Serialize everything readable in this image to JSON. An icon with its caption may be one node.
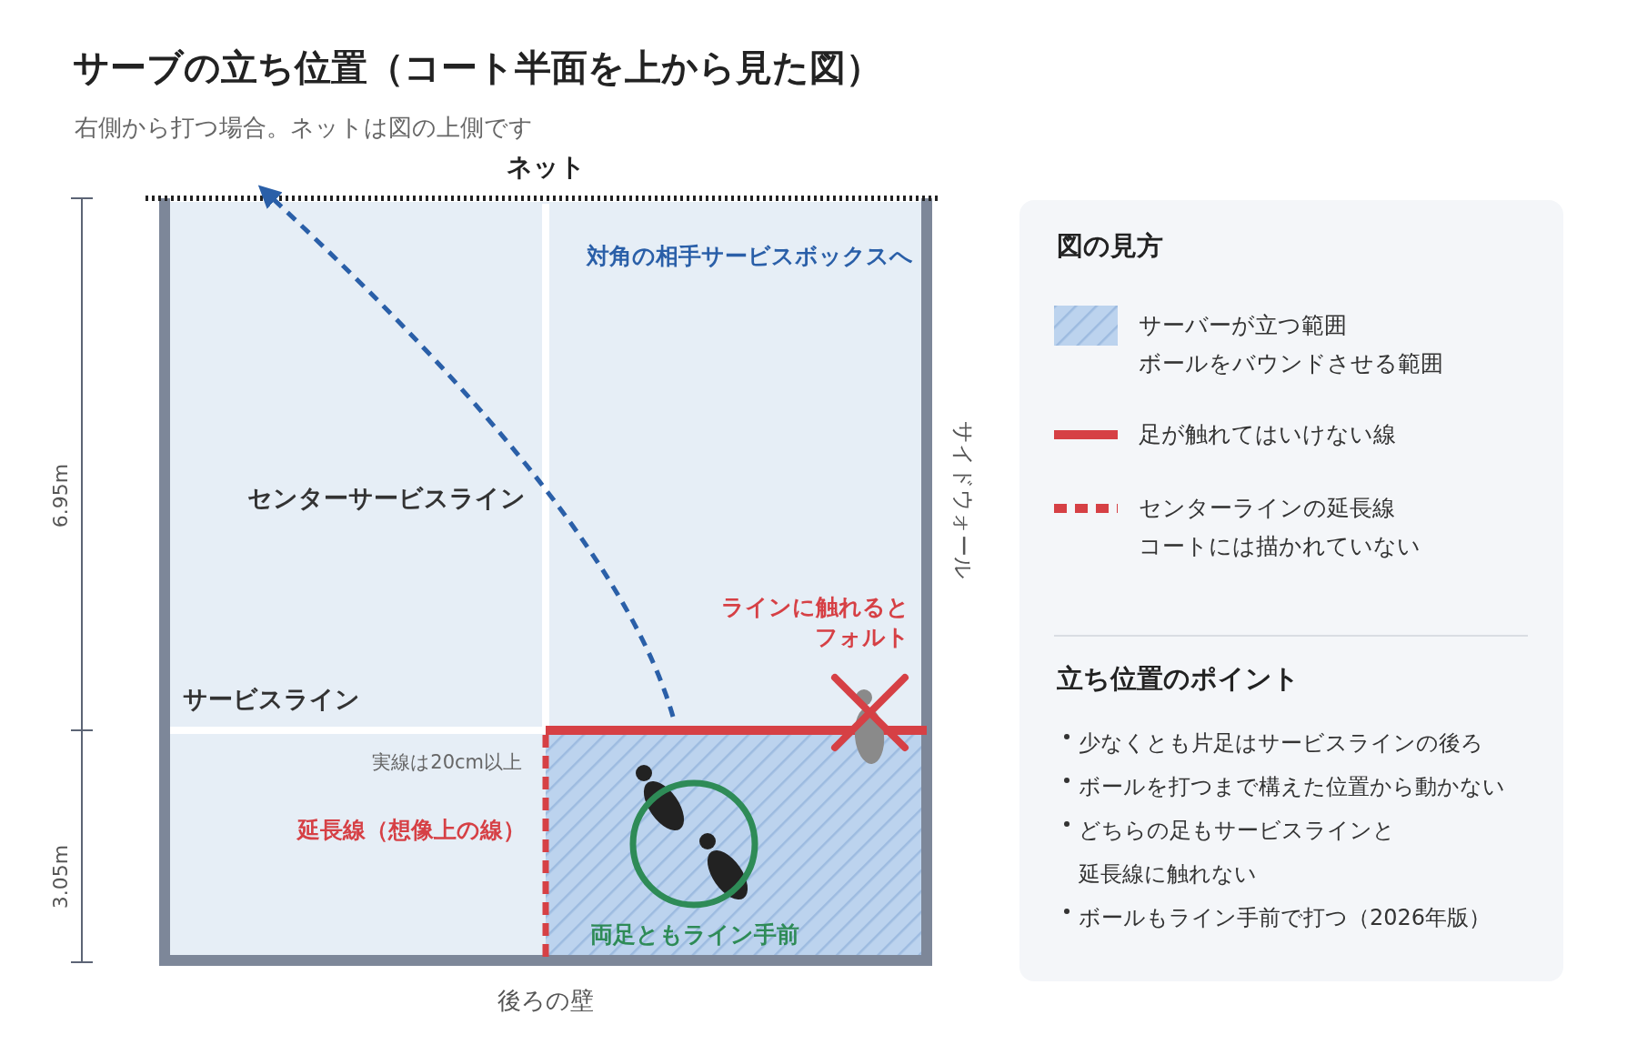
{
  "diagram": {
    "title": "サーブの立ち位置（コート半面を上から見た図）",
    "labels": [
      "右側から打つ場合。ネットは図の上側です",
      "ネット",
      "対角の相手サービスボックスへ",
      "センターサービスライン",
      "サイドウォール",
      "ラインに触れるとフォルト",
      "サービスライン",
      "実線は20cm以上",
      "延長線（想像上の線）",
      "両足ともライン手前",
      "後ろの壁",
      "6.95m",
      "3.05m",
      "図の見方",
      "立ち位置のポイント",
      "少なくとも片足はサービスラインの後ろ",
      "ボールを打つまで構えた位置から動かない",
      "どちらの足もサービスラインと延長線に触れない",
      "ボールもライン手前で打つ（2026年版）"
    ],
    "legend": [
      {
        "text": "サーバーが立つ範囲"
      },
      {
        "text": "ボールをバウンドさせる範囲"
      },
      {
        "text": "足が触れてはいけない線"
      },
      {
        "text": "センターラインの延長線"
      },
      {
        "text": "コートには描かれていない"
      }
    ]
  }
}
